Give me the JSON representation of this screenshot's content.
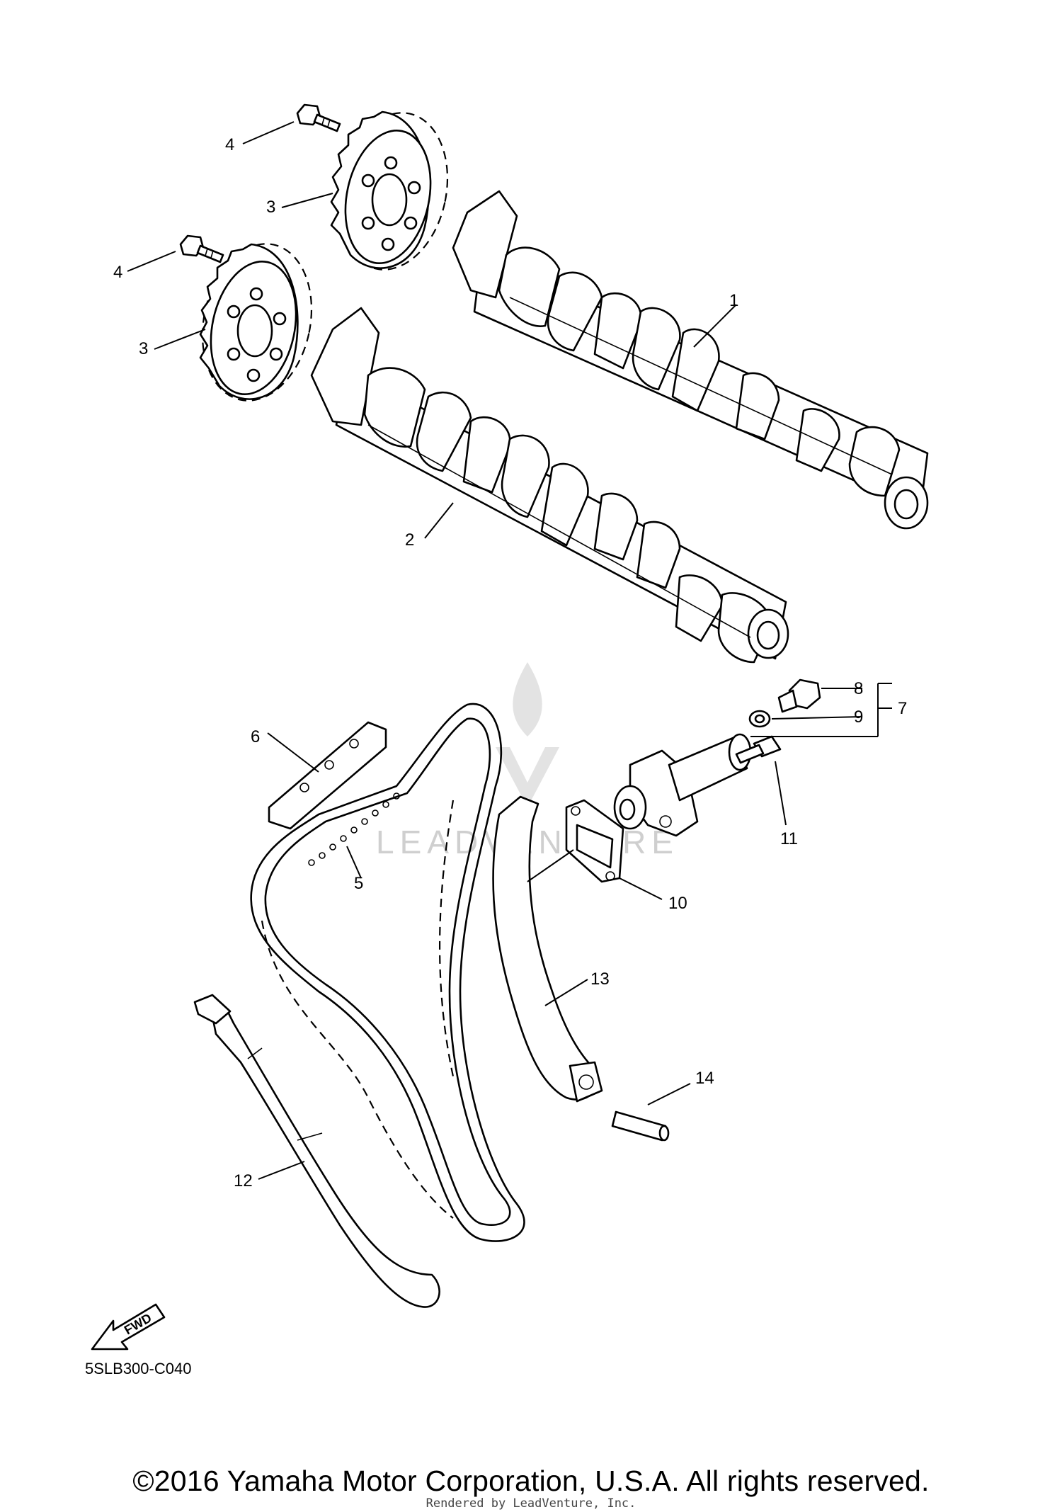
{
  "diagram": {
    "callouts": [
      {
        "id": "1",
        "label": "1"
      },
      {
        "id": "2",
        "label": "2"
      },
      {
        "id": "3a",
        "label": "3"
      },
      {
        "id": "3b",
        "label": "3"
      },
      {
        "id": "4a",
        "label": "4"
      },
      {
        "id": "4b",
        "label": "4"
      },
      {
        "id": "5",
        "label": "5"
      },
      {
        "id": "6",
        "label": "6"
      },
      {
        "id": "7",
        "label": "7"
      },
      {
        "id": "8",
        "label": "8"
      },
      {
        "id": "9",
        "label": "9"
      },
      {
        "id": "10",
        "label": "10"
      },
      {
        "id": "11",
        "label": "11"
      },
      {
        "id": "12",
        "label": "12"
      },
      {
        "id": "13",
        "label": "13"
      },
      {
        "id": "14",
        "label": "14"
      }
    ],
    "fwd_label": "FWD",
    "watermark_text": "LEADVENTURE",
    "diagram_code": "5SLB300-C040"
  },
  "footer": {
    "copyright": "©2016 Yamaha Motor Corporation, U.S.A. All rights reserved.",
    "rendered_by": "Rendered by LeadVenture, Inc."
  }
}
